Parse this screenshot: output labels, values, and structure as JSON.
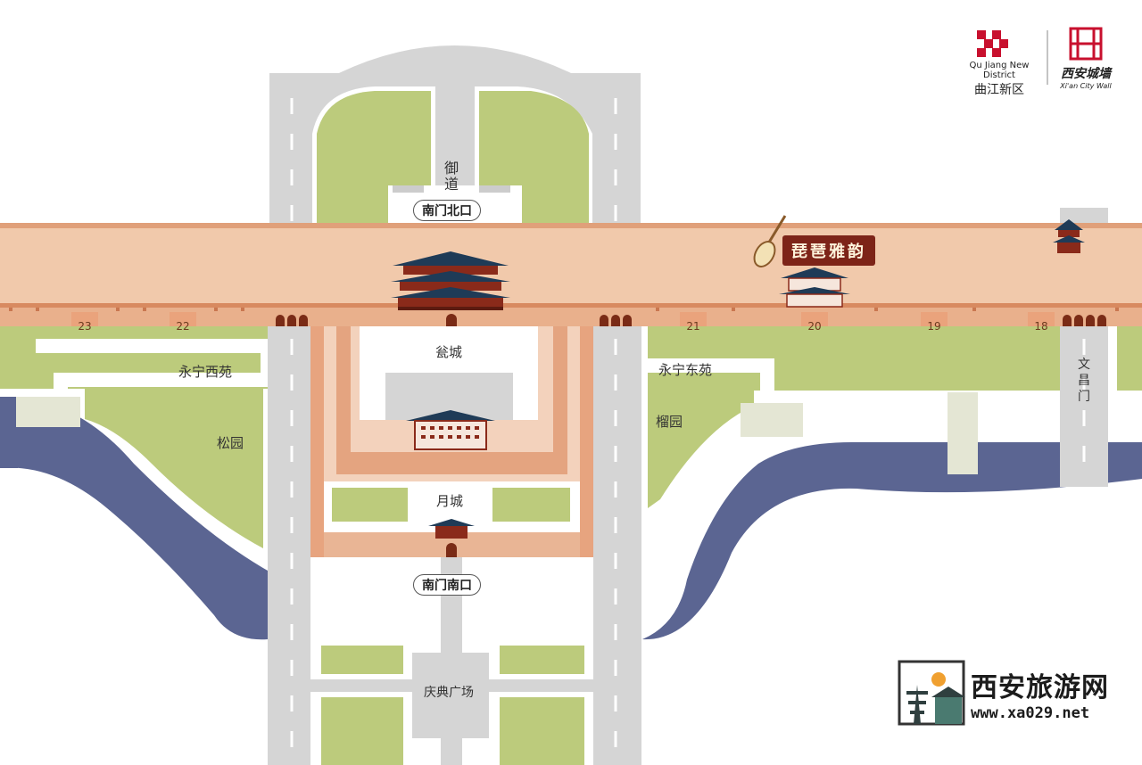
{
  "logos": {
    "quJiang": {
      "en": "Qu Jiang New District",
      "cn": "曲江新区"
    },
    "cityWall": {
      "cn": "西安城墙",
      "en": "Xi'an City Wall"
    }
  },
  "labels": {
    "yudao": "御道",
    "wengcheng": "瓮城",
    "yuecheng": "月城",
    "yongningXiyuan": "永宁西苑",
    "yongningDongyuan": "永宁东苑",
    "songyuan": "松园",
    "liuyuan": "榴园",
    "wenchangmen": "文昌门",
    "qingdianGuangchang": "庆典广场"
  },
  "pills": {
    "north": "南门北口",
    "south": "南门南口"
  },
  "banner": "琵琶雅韵",
  "towers": [
    "23",
    "22",
    "21",
    "20",
    "19",
    "18"
  ],
  "brand": {
    "cn": "西安旅游网",
    "url": "www.xa029.net"
  },
  "colors": {
    "wall": "#f1c9ab",
    "wallEdge": "#dc8f65",
    "road": "#d5d5d5",
    "green": "#bccb7c",
    "moat": "#5b6592",
    "banner": "#7d2418"
  }
}
